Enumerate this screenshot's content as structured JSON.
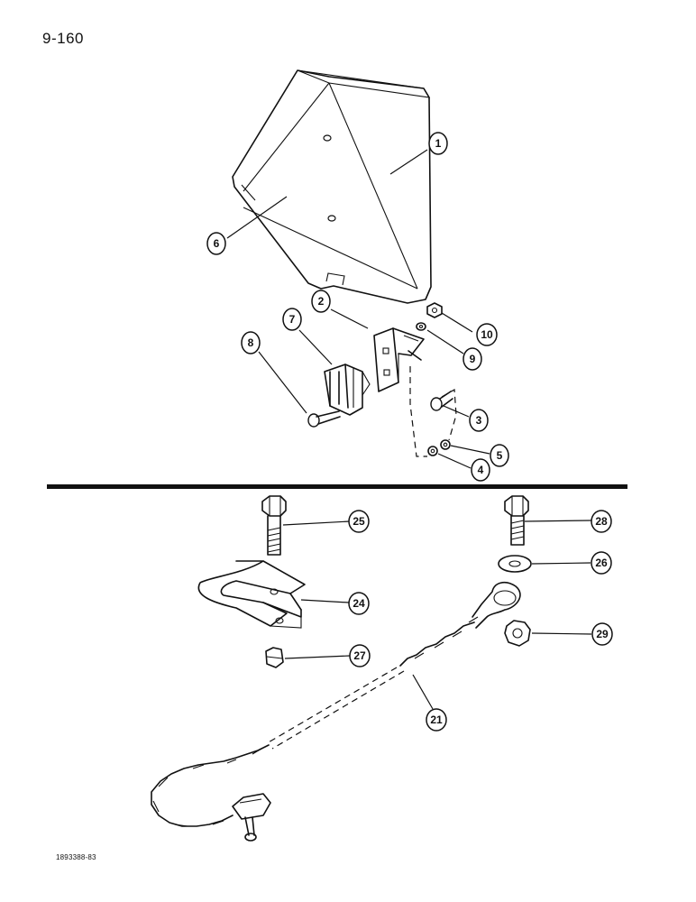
{
  "page": {
    "page_number": "9-160",
    "figure_code": "1893388-83"
  },
  "callouts": [
    {
      "id": "c1",
      "label": "1"
    },
    {
      "id": "c2",
      "label": "2"
    },
    {
      "id": "c3",
      "label": "3"
    },
    {
      "id": "c4",
      "label": "4"
    },
    {
      "id": "c5",
      "label": "5"
    },
    {
      "id": "c6",
      "label": "6"
    },
    {
      "id": "c7",
      "label": "7"
    },
    {
      "id": "c8",
      "label": "8"
    },
    {
      "id": "c9",
      "label": "9"
    },
    {
      "id": "c10",
      "label": "10"
    },
    {
      "id": "c21",
      "label": "21"
    },
    {
      "id": "c24",
      "label": "24"
    },
    {
      "id": "c25",
      "label": "25"
    },
    {
      "id": "c26",
      "label": "26"
    },
    {
      "id": "c27",
      "label": "27"
    },
    {
      "id": "c28",
      "label": "28"
    },
    {
      "id": "c29",
      "label": "29"
    }
  ]
}
